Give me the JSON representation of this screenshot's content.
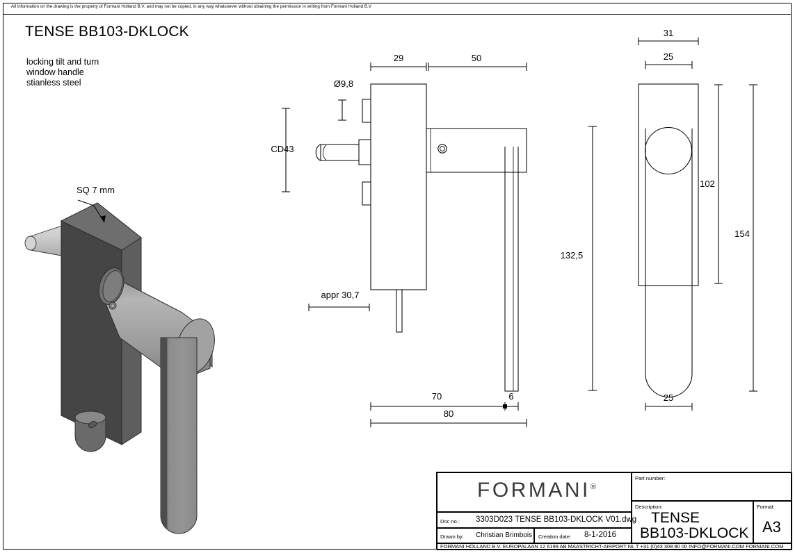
{
  "sheet": {
    "copyright": "All information on the drawing is the property of Formani Holland B.V. and may not be copied, in any way whatsoever without obtaining the permission in writing from Formani Holland B.V",
    "title": "TENSE BB103-DKLOCK",
    "subtitle_line1": "locking tilt and turn",
    "subtitle_line2": "window handle",
    "subtitle_line3": "stianless steel"
  },
  "iso_view": {
    "callout": "SQ 7 mm"
  },
  "front_view": {
    "dim_29": "29",
    "dim_50": "50",
    "dim_diameter": "Ø9,8",
    "dim_cd43": "CD43",
    "dim_appr": "appr 30,7",
    "dim_70": "70",
    "dim_6": "6",
    "dim_80": "80"
  },
  "side_view": {
    "dim_31": "31",
    "dim_25_top": "25",
    "dim_102": "102",
    "dim_154": "154",
    "dim_1325": "132,5",
    "dim_25_bottom": "25"
  },
  "title_block": {
    "logo": "FORMANI",
    "logo_reg": "®",
    "doc_no_label": "Doc no.:",
    "doc_no_value": "3303D023 TENSE BB103-DKLOCK V01.dwg",
    "drawn_by_label": "Drawn by:",
    "drawn_by_value": "Christian Brimbois",
    "creation_date_label": "Creation date:",
    "creation_date_value": "8-1-2016",
    "part_number_label": "Part number:",
    "part_number_value": "",
    "description_label": "Description:",
    "description_line1": "TENSE",
    "description_line2": "BB103-DKLOCK",
    "format_label": "Format:",
    "format_value": "A3",
    "footer": "FORMANI HOLLAND B.V.  EUROPALAAN 12  6199 AB MAASTRICHT-AIRPORT NL  T +31 (0)43 308 90 00 INFO@FORMANI.COM FORMANI.COM"
  }
}
